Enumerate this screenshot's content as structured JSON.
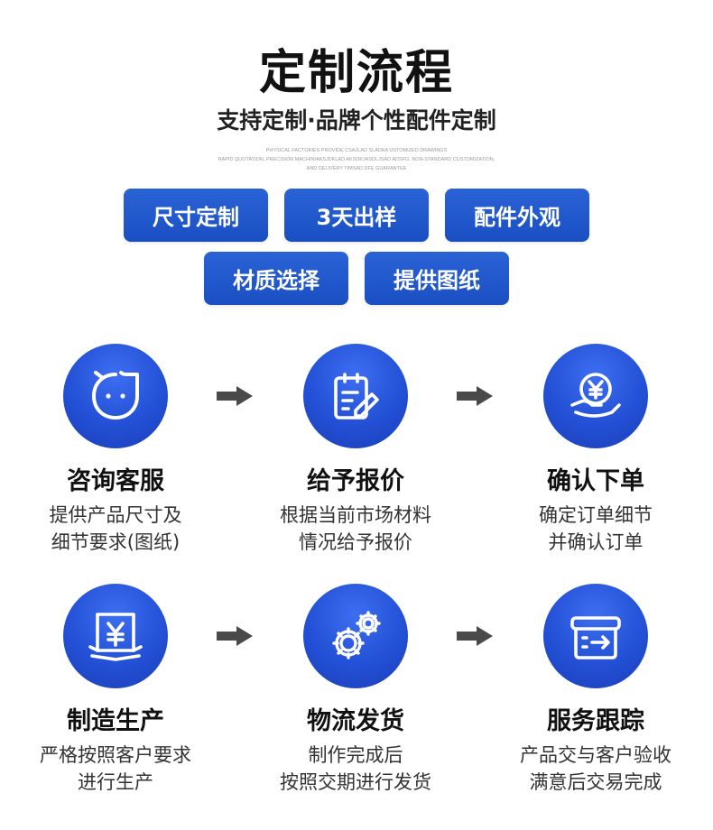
{
  "header": {
    "title": "定制流程",
    "subtitle": "支持定制·品牌个性配件定制",
    "english_lines": [
      "PHYSICAL FACTORIES PROVIDE CSAJLAD SLADKA USTOMIZED DRAWINGS",
      "RAPID QUOTATION, PRECISION MACHINIAKSJDKLAD AKSDKJASDLJSAD ADSFG, NON-STANDARD CUSTOMIZATION,",
      "AND DELIVERY TIMSAD DFE GUARANTEE"
    ]
  },
  "tags": {
    "row1": [
      "尺寸定制",
      "3天出样",
      "配件外观"
    ],
    "row2": [
      "材质选择",
      "提供图纸"
    ]
  },
  "colors": {
    "accent": "#1f56cc",
    "circle": "#2a5ae0",
    "arrow": "#4a4a4a"
  },
  "steps": [
    {
      "icon": "chat-face-icon",
      "title": "咨询客服",
      "desc1": "提供产品尺寸及",
      "desc2": "细节要求(图纸)"
    },
    {
      "icon": "clipboard-edit-icon",
      "title": "给予报价",
      "desc1": "根据当前市场材料",
      "desc2": "情况给予报价"
    },
    {
      "icon": "yen-hand-icon",
      "title": "确认下单",
      "desc1": "确定订单细节",
      "desc2": "并确认订单"
    },
    {
      "icon": "yen-box-icon",
      "title": "制造生产",
      "desc1": "严格按照客户要求",
      "desc2": "进行生产"
    },
    {
      "icon": "gears-icon",
      "title": "物流发货",
      "desc1": "制作完成后",
      "desc2": "按照交期进行发货"
    },
    {
      "icon": "delivery-box-icon",
      "title": "服务跟踪",
      "desc1": "产品交与客户验收",
      "desc2": "满意后交易完成"
    }
  ]
}
